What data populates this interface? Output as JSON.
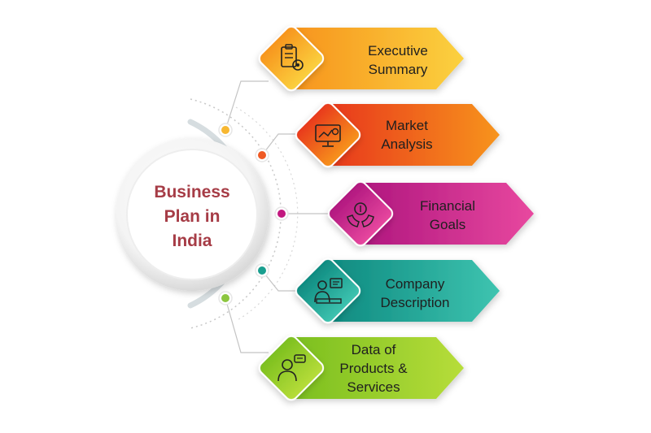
{
  "center": {
    "lines": [
      "Business",
      "Plan in",
      "India"
    ]
  },
  "items": [
    {
      "lines": [
        "Executive",
        "Summary"
      ],
      "icon": "clipboard-gear-icon",
      "color_start": "#f7941d",
      "color_end": "#fbd13f",
      "dot_color": "#f7b731"
    },
    {
      "lines": [
        "Market",
        "Analysis"
      ],
      "icon": "monitor-chart-icon",
      "color_start": "#e8381c",
      "color_end": "#f7941d",
      "dot_color": "#ef5a24"
    },
    {
      "lines": [
        "Financial",
        "Goals"
      ],
      "icon": "hands-money-icon",
      "color_start": "#b0177f",
      "color_end": "#e8489f",
      "dot_color": "#c2187f"
    },
    {
      "lines": [
        "Company",
        "Description"
      ],
      "icon": "presenter-board-icon",
      "color_start": "#0e8a80",
      "color_end": "#3ec4b0",
      "dot_color": "#1a9f8f"
    },
    {
      "lines": [
        "Data of",
        "Products &",
        "Services"
      ],
      "icon": "person-chat-icon",
      "color_start": "#7bbf1f",
      "color_end": "#b7dd3a",
      "dot_color": "#8cc63f"
    }
  ]
}
